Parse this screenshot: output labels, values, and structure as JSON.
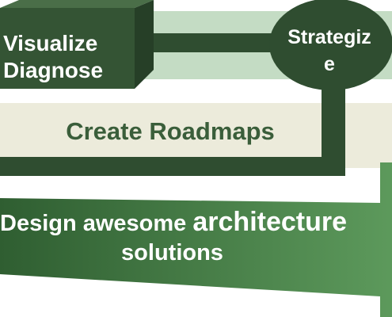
{
  "diagram": {
    "box_lines": [
      "Visualize",
      "Diagnose"
    ],
    "ellipse_lines": [
      "Strategiz",
      "e"
    ],
    "band_label": "Create Roadmaps",
    "arrow_text_part1": "Design awesome ",
    "arrow_text_part2": "architecture",
    "arrow_text_line2": "solutions"
  },
  "colors": {
    "dark_green": "#2f4d30",
    "box_front": "#345434",
    "box_top": "#4a6e48",
    "box_side": "#263f27",
    "light_green_band": "#c4dcc4",
    "beige_band": "#ecebdb",
    "arrow_start": "#2f5e31",
    "arrow_end": "#5d9a5c",
    "roadmap_text": "#3a5e3a"
  }
}
